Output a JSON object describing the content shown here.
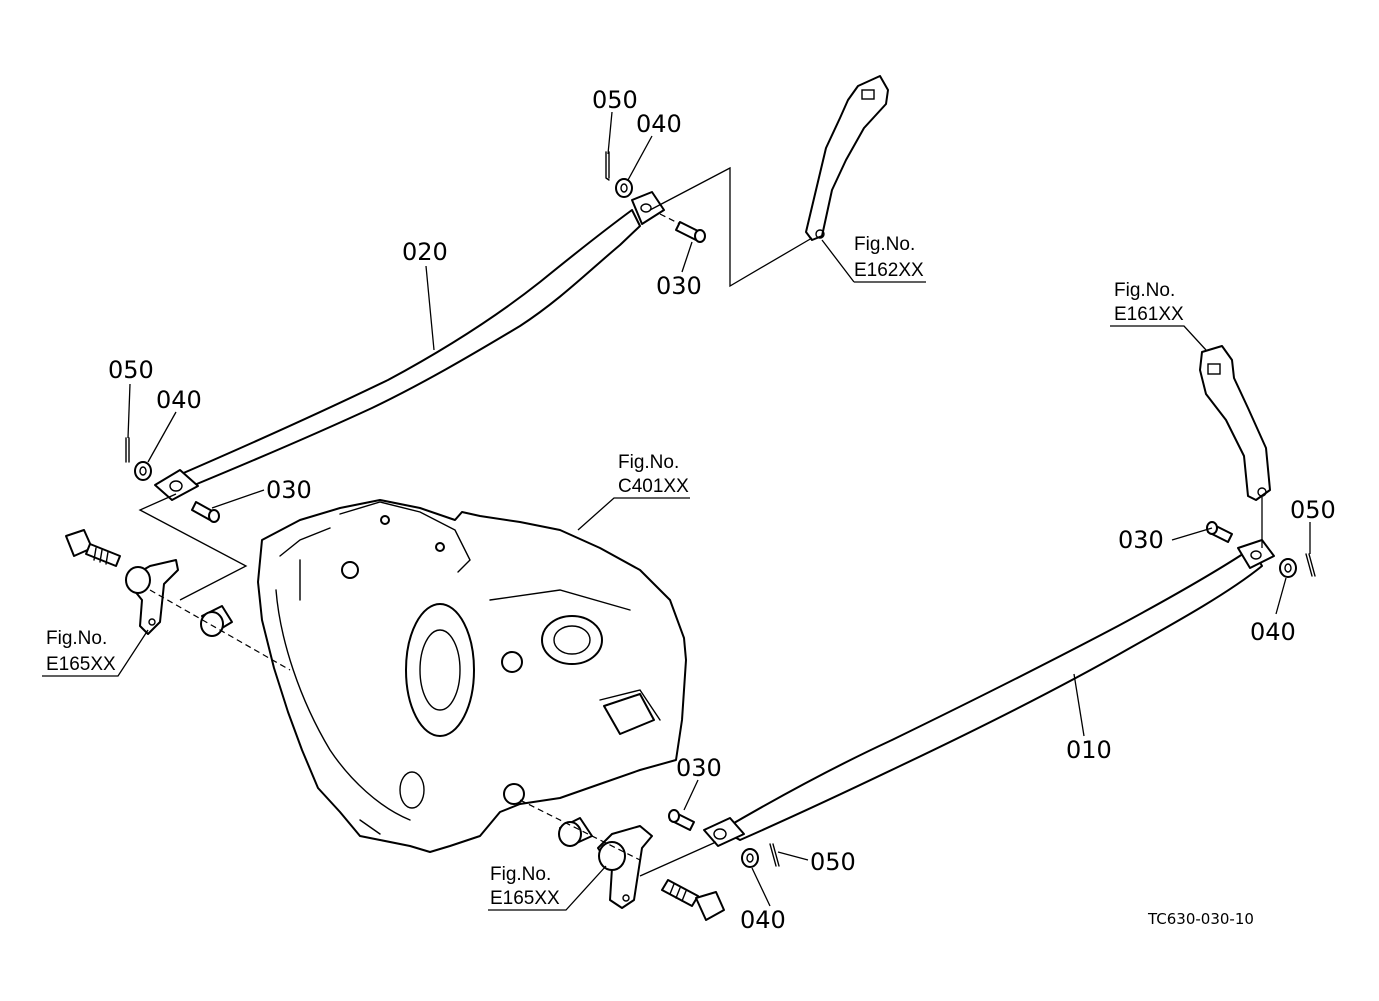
{
  "callouts": {
    "p010": "010",
    "p020": "020",
    "p030_top": "030",
    "p030_left": "030",
    "p030_right": "030",
    "p030_bottom": "030",
    "p040_top": "040",
    "p040_left": "040",
    "p040_right": "040",
    "p040_bottom": "040",
    "p050_top": "050",
    "p050_left": "050",
    "p050_right": "050",
    "p050_bottom": "050"
  },
  "figure_refs": {
    "e162": {
      "label": "Fig.No.",
      "number": "E162XX"
    },
    "e161": {
      "label": "Fig.No.",
      "number": "E161XX"
    },
    "c401": {
      "label": "Fig.No.",
      "number": "C401XX"
    },
    "e165_left": {
      "label": "Fig.No.",
      "number": "E165XX"
    },
    "e165_bottom": {
      "label": "Fig.No.",
      "number": "E165XX"
    }
  },
  "drawing_code": "TC630-030-10"
}
